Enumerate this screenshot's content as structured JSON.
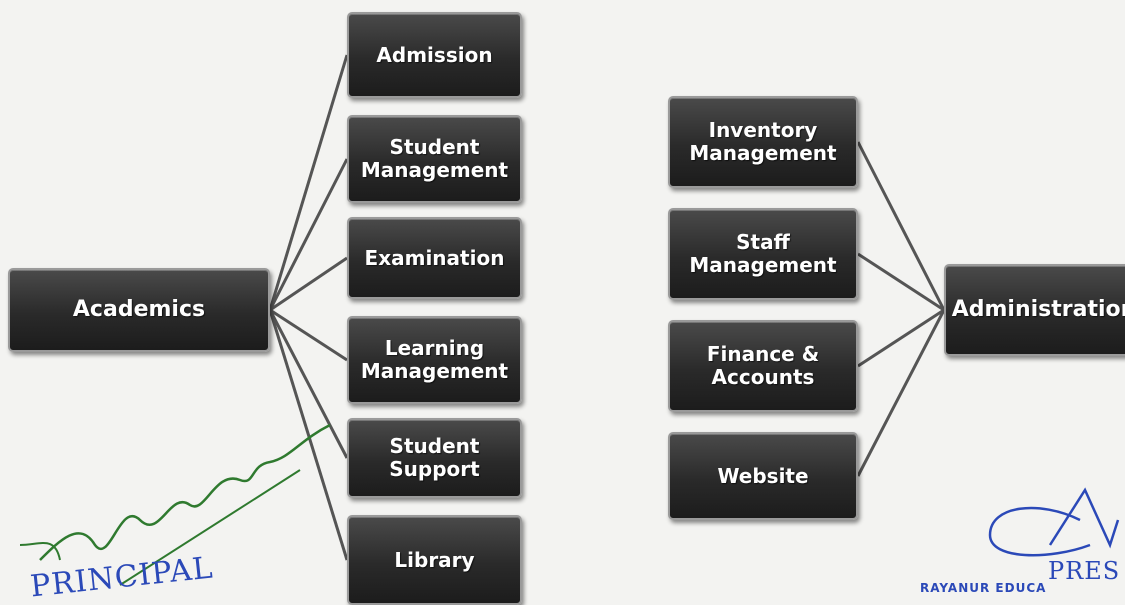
{
  "colors": {
    "background": "#f3f3f1",
    "node_fill": "#2a2a2a",
    "node_border": "#9a9a9a",
    "connector": "#555555",
    "stamp_ink": "#2b49b8",
    "signature_ink": "#2f7a2f"
  },
  "left_group": {
    "hub": "Academics",
    "children": [
      "Admission",
      "Student\nManagement",
      "Examination",
      "Learning\nManagement",
      "Student\nSupport",
      "Library"
    ]
  },
  "right_group": {
    "hub": "Administration",
    "children": [
      "Inventory\nManagement",
      "Staff\nManagement",
      "Finance &\nAccounts",
      "Website"
    ]
  },
  "stamps": {
    "left": "PRINCIPAL",
    "right": "PRES",
    "right_below": "RAYANUR EDUCA"
  }
}
